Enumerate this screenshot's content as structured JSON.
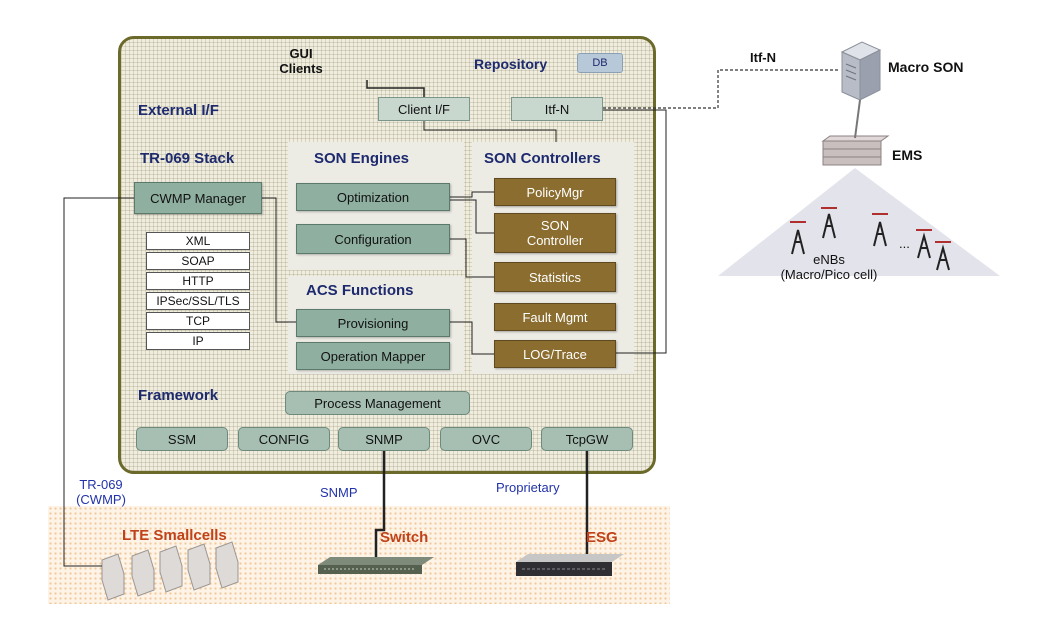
{
  "gui_clients": "GUI\nClients",
  "repository": "Repository",
  "db": "DB",
  "external_if": "External I/F",
  "client_if": "Client I/F",
  "itf_n_box": "Itf-N",
  "tr069_stack": "TR-069 Stack",
  "son_engines": "SON Engines",
  "son_controllers": "SON  Controllers",
  "cwmp_manager": "CWMP Manager",
  "optimization": "Optimization",
  "configuration": "Configuration",
  "policy_mgr": "PolicyMgr",
  "son_controller": "SON\nController",
  "statistics": "Statistics",
  "fault_mgmt": "Fault Mgmt",
  "log_trace": "LOG/Trace",
  "acs_functions": "ACS Functions",
  "provisioning": "Provisioning",
  "operation_mapper": "Operation  Mapper",
  "protocol_stack": [
    "XML",
    "SOAP",
    "HTTP",
    "IPSec/SSL/TLS",
    "TCP",
    "IP"
  ],
  "framework": "Framework",
  "process_management": "Process  Management",
  "framework_modules": [
    "SSM",
    "CONFIG",
    "SNMP",
    "OVC",
    "TcpGW"
  ],
  "itf_n_link": "Itf-N",
  "macro_son": "Macro SON",
  "ems": "EMS",
  "enbs": "eNBs\n(Macro/Pico cell)",
  "enb_ellipsis": "...",
  "tr069_link": "TR-069\n(CWMP)",
  "snmp_link": "SNMP",
  "proprietary_link": "Proprietary",
  "lte_smallcells": "LTE Smallcells",
  "switch": "Switch",
  "esg": "ESG",
  "colors": {
    "frame": "#6b6a2a",
    "green_box": "#8fb0a0",
    "brown_box": "#8a6d2f",
    "title_blue": "#1d2a6e",
    "link_blue": "#2233aa",
    "device_red": "#c0421a"
  }
}
